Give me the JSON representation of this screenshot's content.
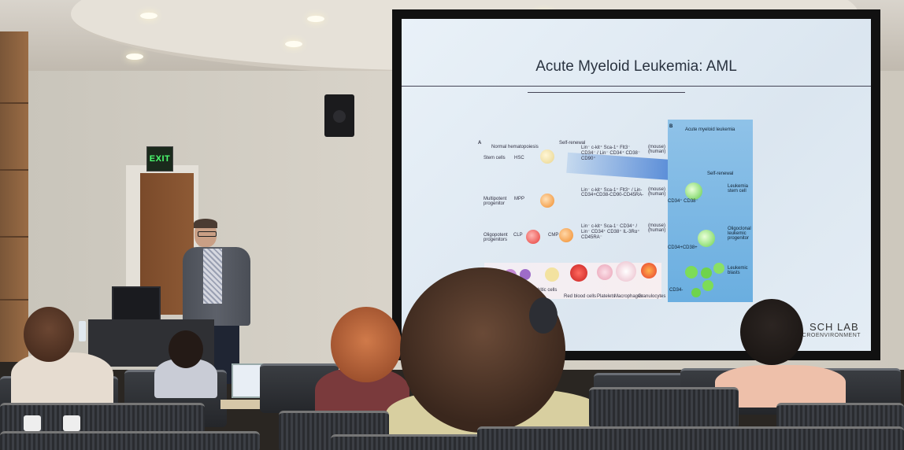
{
  "scene": {
    "exit_sign": "EXIT"
  },
  "slide": {
    "title": "Acute Myeloid Leukemia: AML",
    "panel_a": {
      "letter": "A",
      "header": "Normal hematopoiesis",
      "self_renewal": "Self-renewal",
      "rows": [
        {
          "stage": "Stem cells",
          "cell": "HSC",
          "markers": "Lin⁻ c-kit⁺ Sca-1⁺ Flt3⁻ CD34⁻ / Lin⁻ CD34⁺ CD38⁻ CD90⁺",
          "species": "(mouse) (human)"
        },
        {
          "stage": "Multipotent progenitor",
          "cell": "MPP",
          "markers": "Lin⁻ c-kit⁺ Sca-1⁺ Flt3⁺ / Lin-CD34+CD38-CD90-CD45RA-",
          "species": "(mouse) (human)"
        },
        {
          "stage": "Oligopotent progenitors",
          "cell_left": "CLP",
          "cell_right": "CMP",
          "markers": "Lin⁻ c-kit⁺ Sca-1⁻ CD34⁺ / Lin⁻ CD34⁺ CD38⁺ IL-3Rα⁺ CD45RA⁻",
          "species": "(mouse) (human)"
        }
      ],
      "outputs": [
        "Dendritic cells",
        "Red blood cells",
        "Platelets",
        "Macrophages",
        "Granulocytes"
      ]
    },
    "panel_b": {
      "letter": "B",
      "header": "Acute myeloid leukemia",
      "self_renewal": "Self-renewal",
      "lsc_label": "Leukemia stem cell",
      "lsc_marker": "CD34⁺ CD38⁻",
      "progenitor_label": "Oligoclonal leukemic progenitor",
      "progenitor_marker": "CD34+CD38+",
      "blast_label": "Leukemic blasts",
      "blast_marker": "CD34-"
    },
    "logo": "SCH LAB",
    "logo_sub": "MICROENVIRONMENT"
  },
  "colors": {
    "screen_bg": "#e4edf5",
    "panel_b": "#7ab8e6",
    "cell_orange": "#f08a28",
    "cell_green": "#7ddc58",
    "cell_red": "#e53a36",
    "exit_green": "#4cff70"
  }
}
